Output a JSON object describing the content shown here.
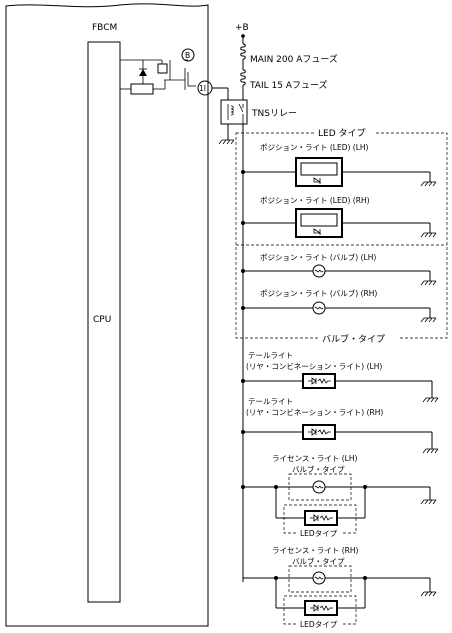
{
  "module": {
    "name": "FBCM",
    "cpu_label": "CPU",
    "connector_b": "B",
    "terminal_id": "1I"
  },
  "supply": {
    "label": "+B"
  },
  "fuses": {
    "main": "MAIN 200 Aフューズ",
    "tail": "TAIL 15 Aフューズ"
  },
  "relay": {
    "label": "TNSリレー"
  },
  "sections": {
    "led_type": "LED タイプ",
    "bulb_type": "バルブ・タイプ"
  },
  "lights": {
    "pos_led_lh": "ポジション・ライト (LED) (LH)",
    "pos_led_rh": "ポジション・ライト (LED) (RH)",
    "pos_bulb_lh": "ポジション・ライト (バルブ) (LH)",
    "pos_bulb_rh": "ポジション・ライト (バルブ) (RH)",
    "tail_lh_line1": "テールライト",
    "tail_lh_line2": "(リヤ・コンビネーション・ライト) (LH)",
    "tail_rh_line1": "テールライト",
    "tail_rh_line2": "(リヤ・コンビネーション・ライト) (RH)",
    "lic_lh_line1": "ライセンス・ライト (LH)",
    "lic_lh_line2": "バルブ・タイプ",
    "lic_lh_led": "LEDタイプ",
    "lic_rh_line1": "ライセンス・ライト (RH)",
    "lic_rh_line2": "バルブ・タイプ",
    "lic_rh_led": "LEDタイプ"
  }
}
